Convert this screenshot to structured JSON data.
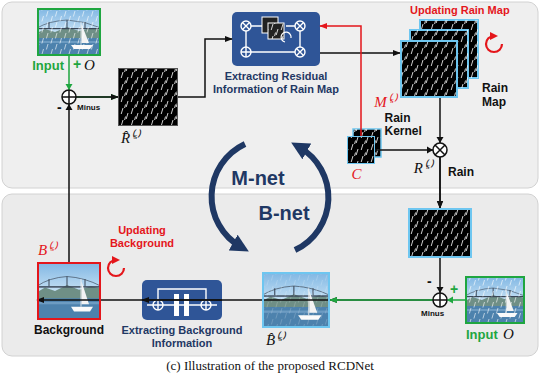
{
  "diagram": {
    "caption": "(c) Illustration of the proposed RCDNet",
    "nodes": [
      {
        "text": [
          "Input",
          "O"
        ]
      },
      {
        "text": [
          "R̂⁽ˢ⁾"
        ]
      },
      {
        "text": [
          "Extracting Residual Information of Rain Map"
        ]
      },
      {
        "text": [
          "Updating Rain Map",
          "M⁽ˢ⁾",
          "Rain Map"
        ]
      },
      {
        "text": [
          "Rain Kernel",
          "C"
        ]
      },
      {
        "text": [
          "R⁽ˢ⁾",
          "Rain"
        ]
      },
      {
        "text": [
          "Input",
          "O"
        ]
      },
      {
        "text": [
          "B̂⁽ˢ⁾"
        ]
      },
      {
        "text": [
          "Extracting Background Information"
        ]
      },
      {
        "text": [
          "Updating Background",
          "B⁽ˢ⁾",
          "Background"
        ]
      }
    ],
    "edges": [
      {
        "from": 0,
        "to": 1,
        "arrow": "to"
      },
      {
        "from": 9,
        "to": 1,
        "arrow": "to"
      },
      {
        "from": 1,
        "to": 2,
        "arrow": "to"
      },
      {
        "from": 2,
        "to": 3,
        "arrow": "to"
      },
      {
        "from": 4,
        "to": 2,
        "arrow": "to"
      },
      {
        "from": 3,
        "to": 5,
        "arrow": "to"
      },
      {
        "from": 4,
        "to": 5,
        "arrow": "to"
      },
      {
        "from": 5,
        "to": 7,
        "arrow": "to"
      },
      {
        "from": 6,
        "to": 7,
        "arrow": "to"
      },
      {
        "from": 7,
        "to": 8,
        "arrow": "to"
      },
      {
        "from": 8,
        "to": 9,
        "arrow": "to"
      }
    ],
    "labels": [
      "+",
      "-",
      "Minus",
      "M-net",
      "B-net",
      "+",
      "-",
      "Minus"
    ]
  }
}
